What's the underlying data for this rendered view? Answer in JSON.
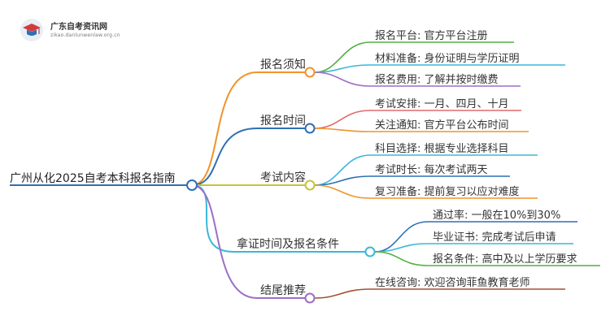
{
  "logo": {
    "title": "广东自考资讯网",
    "subtitle": "zikao.danlunwenlaw.org.cn"
  },
  "root": "广州从化2025自考本科报名指南",
  "branches": [
    {
      "label": "报名须知",
      "color": "#f0932b",
      "leaves": [
        {
          "text": "报名平台: 官方平台注册",
          "color": "#52b043"
        },
        {
          "text": "材料准备: 身份证明与学历证明",
          "color": "#3bb8d8"
        },
        {
          "text": "报名费用: 了解并按时缴费",
          "color": "#9b6fc4"
        }
      ]
    },
    {
      "label": "报名时间",
      "color": "#2e6fb5",
      "leaves": [
        {
          "text": "考试安排: 一月、四月、十月",
          "color": "#e06a6a"
        },
        {
          "text": "关注通知: 官方平台公布时间",
          "color": "#f0932b"
        }
      ]
    },
    {
      "label": "考试内容",
      "color": "#c7c33a",
      "leaves": [
        {
          "text": "科目选择: 根据专业选择科目",
          "color": "#3bb8d8"
        },
        {
          "text": "考试时长: 每次考试两天",
          "color": "#2e6fb5"
        },
        {
          "text": "复习准备: 提前复习以应对难度",
          "color": "#f0932b"
        }
      ]
    },
    {
      "label": "拿证时间及报名条件",
      "color": "#3bb8d8",
      "leaves": [
        {
          "text": "通过率: 一般在10%到30%",
          "color": "#2e6fb5"
        },
        {
          "text": "毕业证书: 完成考试后申请",
          "color": "#3bb8d8"
        },
        {
          "text": "报名条件: 高中及以上学历要求",
          "color": "#52b043"
        }
      ]
    },
    {
      "label": "结尾推荐",
      "color": "#9b6fc4",
      "leaves": [
        {
          "text": "在线咨询: 欢迎咨询菲鱼教育老师",
          "color": "#a0522d"
        }
      ]
    }
  ]
}
